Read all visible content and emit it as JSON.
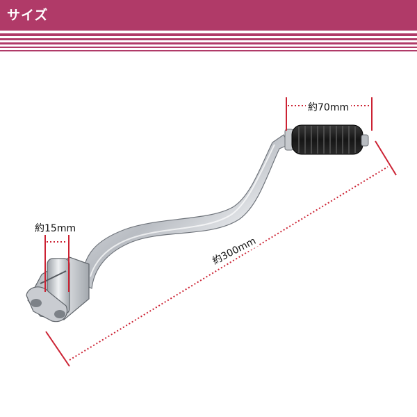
{
  "header": {
    "title": "サイズ"
  },
  "dimensions": {
    "grip_width": "約70mm",
    "boss_width": "約15mm",
    "total_length": "約300mm"
  },
  "colors": {
    "header_bg": "#b03a68",
    "dimension_line": "#cc2233",
    "chrome": "#c8cbd0",
    "rubber": "#1e1e1e"
  }
}
